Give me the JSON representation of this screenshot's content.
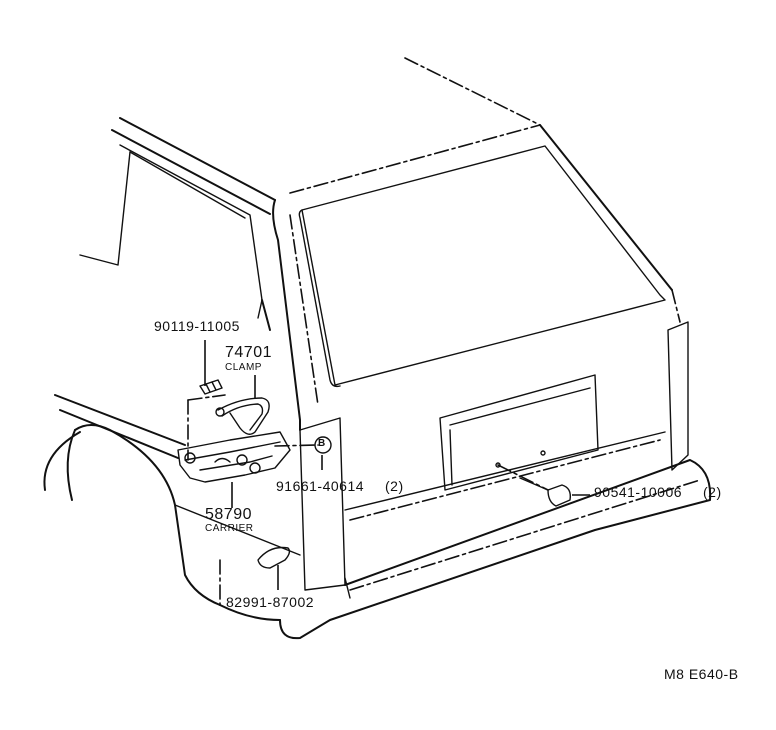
{
  "diagram": {
    "code": "M8 E640-B",
    "parts": [
      {
        "number": "90119-11005"
      },
      {
        "number": "74701",
        "name": "CLAMP"
      },
      {
        "number": "91661-40614",
        "qty": "(2)",
        "marker": "B"
      },
      {
        "number": "58790",
        "name": "CARRIER"
      },
      {
        "number": "82991-87002"
      },
      {
        "number": "90541-10006",
        "qty": "(2)"
      }
    ]
  }
}
